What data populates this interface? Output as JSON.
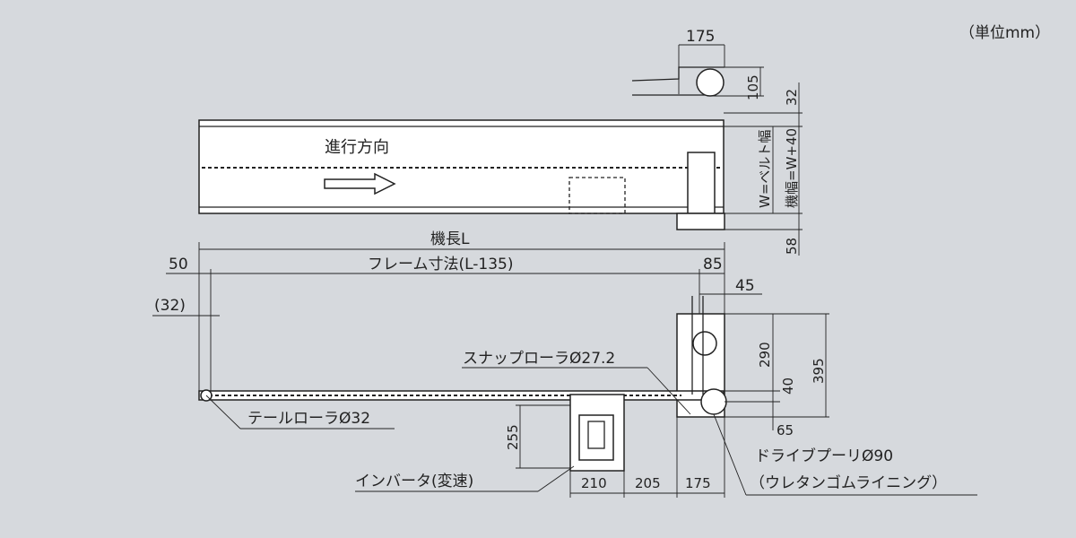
{
  "unit_label": "（単位mm）",
  "top_view": {
    "direction_label": "進行方向",
    "dim_detail_width": "175",
    "dim_detail_height": "105",
    "dim_top": "32",
    "belt_width": "W=ベルト幅",
    "machine_width": "機幅=W+40",
    "dim_bottom": "58"
  },
  "side_view": {
    "machine_length": "機長L",
    "dim_left": "50",
    "frame_length": "フレーム寸法(L-135)",
    "dim_85": "85",
    "dim_45": "45",
    "dim_32": "(32)",
    "dim_290": "290",
    "dim_40": "40",
    "dim_395": "395",
    "dim_65": "65",
    "snap_roller": "スナップローラØ27.2",
    "tail_roller": "テールローラØ32",
    "dim_255": "255",
    "inverter": "インバータ(変速)",
    "dim_210": "210",
    "dim_205": "205",
    "dim_175": "175",
    "drive_pulley": "ドライブプーリØ90",
    "lining": "（ウレタンゴムライニング）"
  }
}
